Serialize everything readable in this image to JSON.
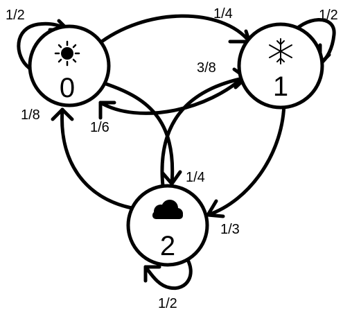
{
  "nodes": [
    {
      "id": "0",
      "label": "0",
      "icon": "sun-icon"
    },
    {
      "id": "1",
      "label": "1",
      "icon": "snowflake-icon"
    },
    {
      "id": "2",
      "label": "2",
      "icon": "cloud-icon"
    }
  ],
  "edges": [
    {
      "from": "0",
      "to": "0",
      "label": "1/2"
    },
    {
      "from": "0",
      "to": "1",
      "label": "1/4"
    },
    {
      "from": "0",
      "to": "2",
      "label": "1/4"
    },
    {
      "from": "1",
      "to": "1",
      "label": "1/2"
    },
    {
      "from": "1",
      "to": "0",
      "label": "1/6"
    },
    {
      "from": "1",
      "to": "2",
      "label": "1/3"
    },
    {
      "from": "2",
      "to": "2",
      "label": "1/2"
    },
    {
      "from": "2",
      "to": "0",
      "label": "1/8"
    },
    {
      "from": "2",
      "to": "1",
      "label": "3/8"
    }
  ]
}
